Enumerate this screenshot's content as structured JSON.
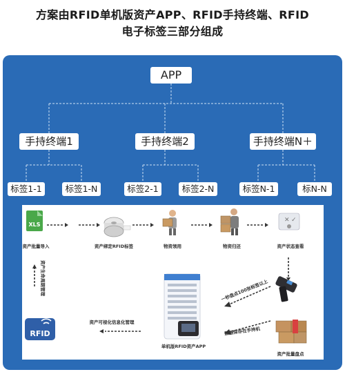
{
  "title_line1": "方案由RFID单机版资产APP、RFID手持终端、RFID",
  "title_line2": "电子标签三部分组成",
  "tree": {
    "root": "APP",
    "terminals": [
      "手持终端1",
      "手持终端2",
      "手持终端N＋"
    ],
    "tags": [
      "标签1-1",
      "标签1-N",
      "标签2-1",
      "标签2-N",
      "标签N-1",
      "标N-N"
    ]
  },
  "flow": {
    "import": "资产批量导入",
    "bind": "资产绑定RFID标签",
    "receive": "物资领用",
    "return": "物资归还",
    "status": "资产状态查看",
    "lifecycle": "资产生命周期管理",
    "inventory": "资产批量盘点",
    "sync_note": "一秒盘点100张标签以上",
    "save_note": "数据保存在手持机",
    "app_name": "单机版RFID资产APP",
    "visual": "资产可视化信息化管理",
    "xls_text": "XLS",
    "rfid_text": "RFID"
  }
}
